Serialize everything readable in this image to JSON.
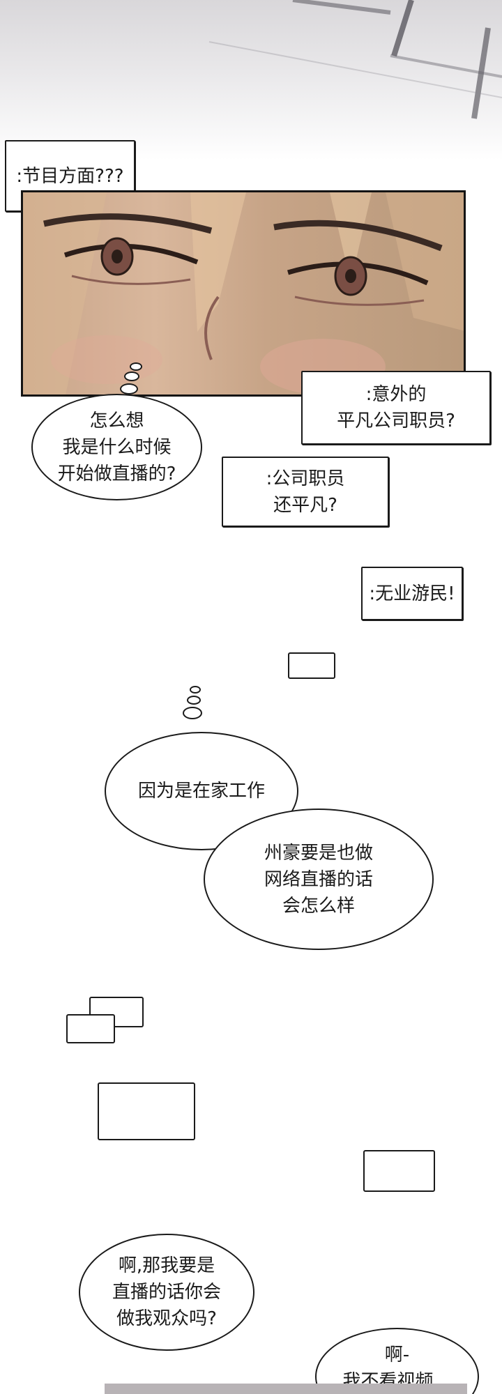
{
  "captions": {
    "program": ":节目方面???",
    "unexpected_line1": ":意外的",
    "unexpected_line2": "平凡公司职员?",
    "employee_line1": ":公司职员",
    "employee_line2": "还平凡?",
    "jobless": ":无业游民!"
  },
  "bubbles": {
    "think_q": [
      "怎么想",
      "我是什么时候",
      "开始做直播的?"
    ],
    "home_work": "因为是在家工作",
    "zhouhao": [
      "州豪要是也做",
      "网络直播的话",
      "会怎么样"
    ],
    "viewer": [
      "啊,那我要是",
      "直播的话你会",
      "做我观众吗?"
    ],
    "reply": [
      "啊-",
      "我不看视频…"
    ]
  }
}
